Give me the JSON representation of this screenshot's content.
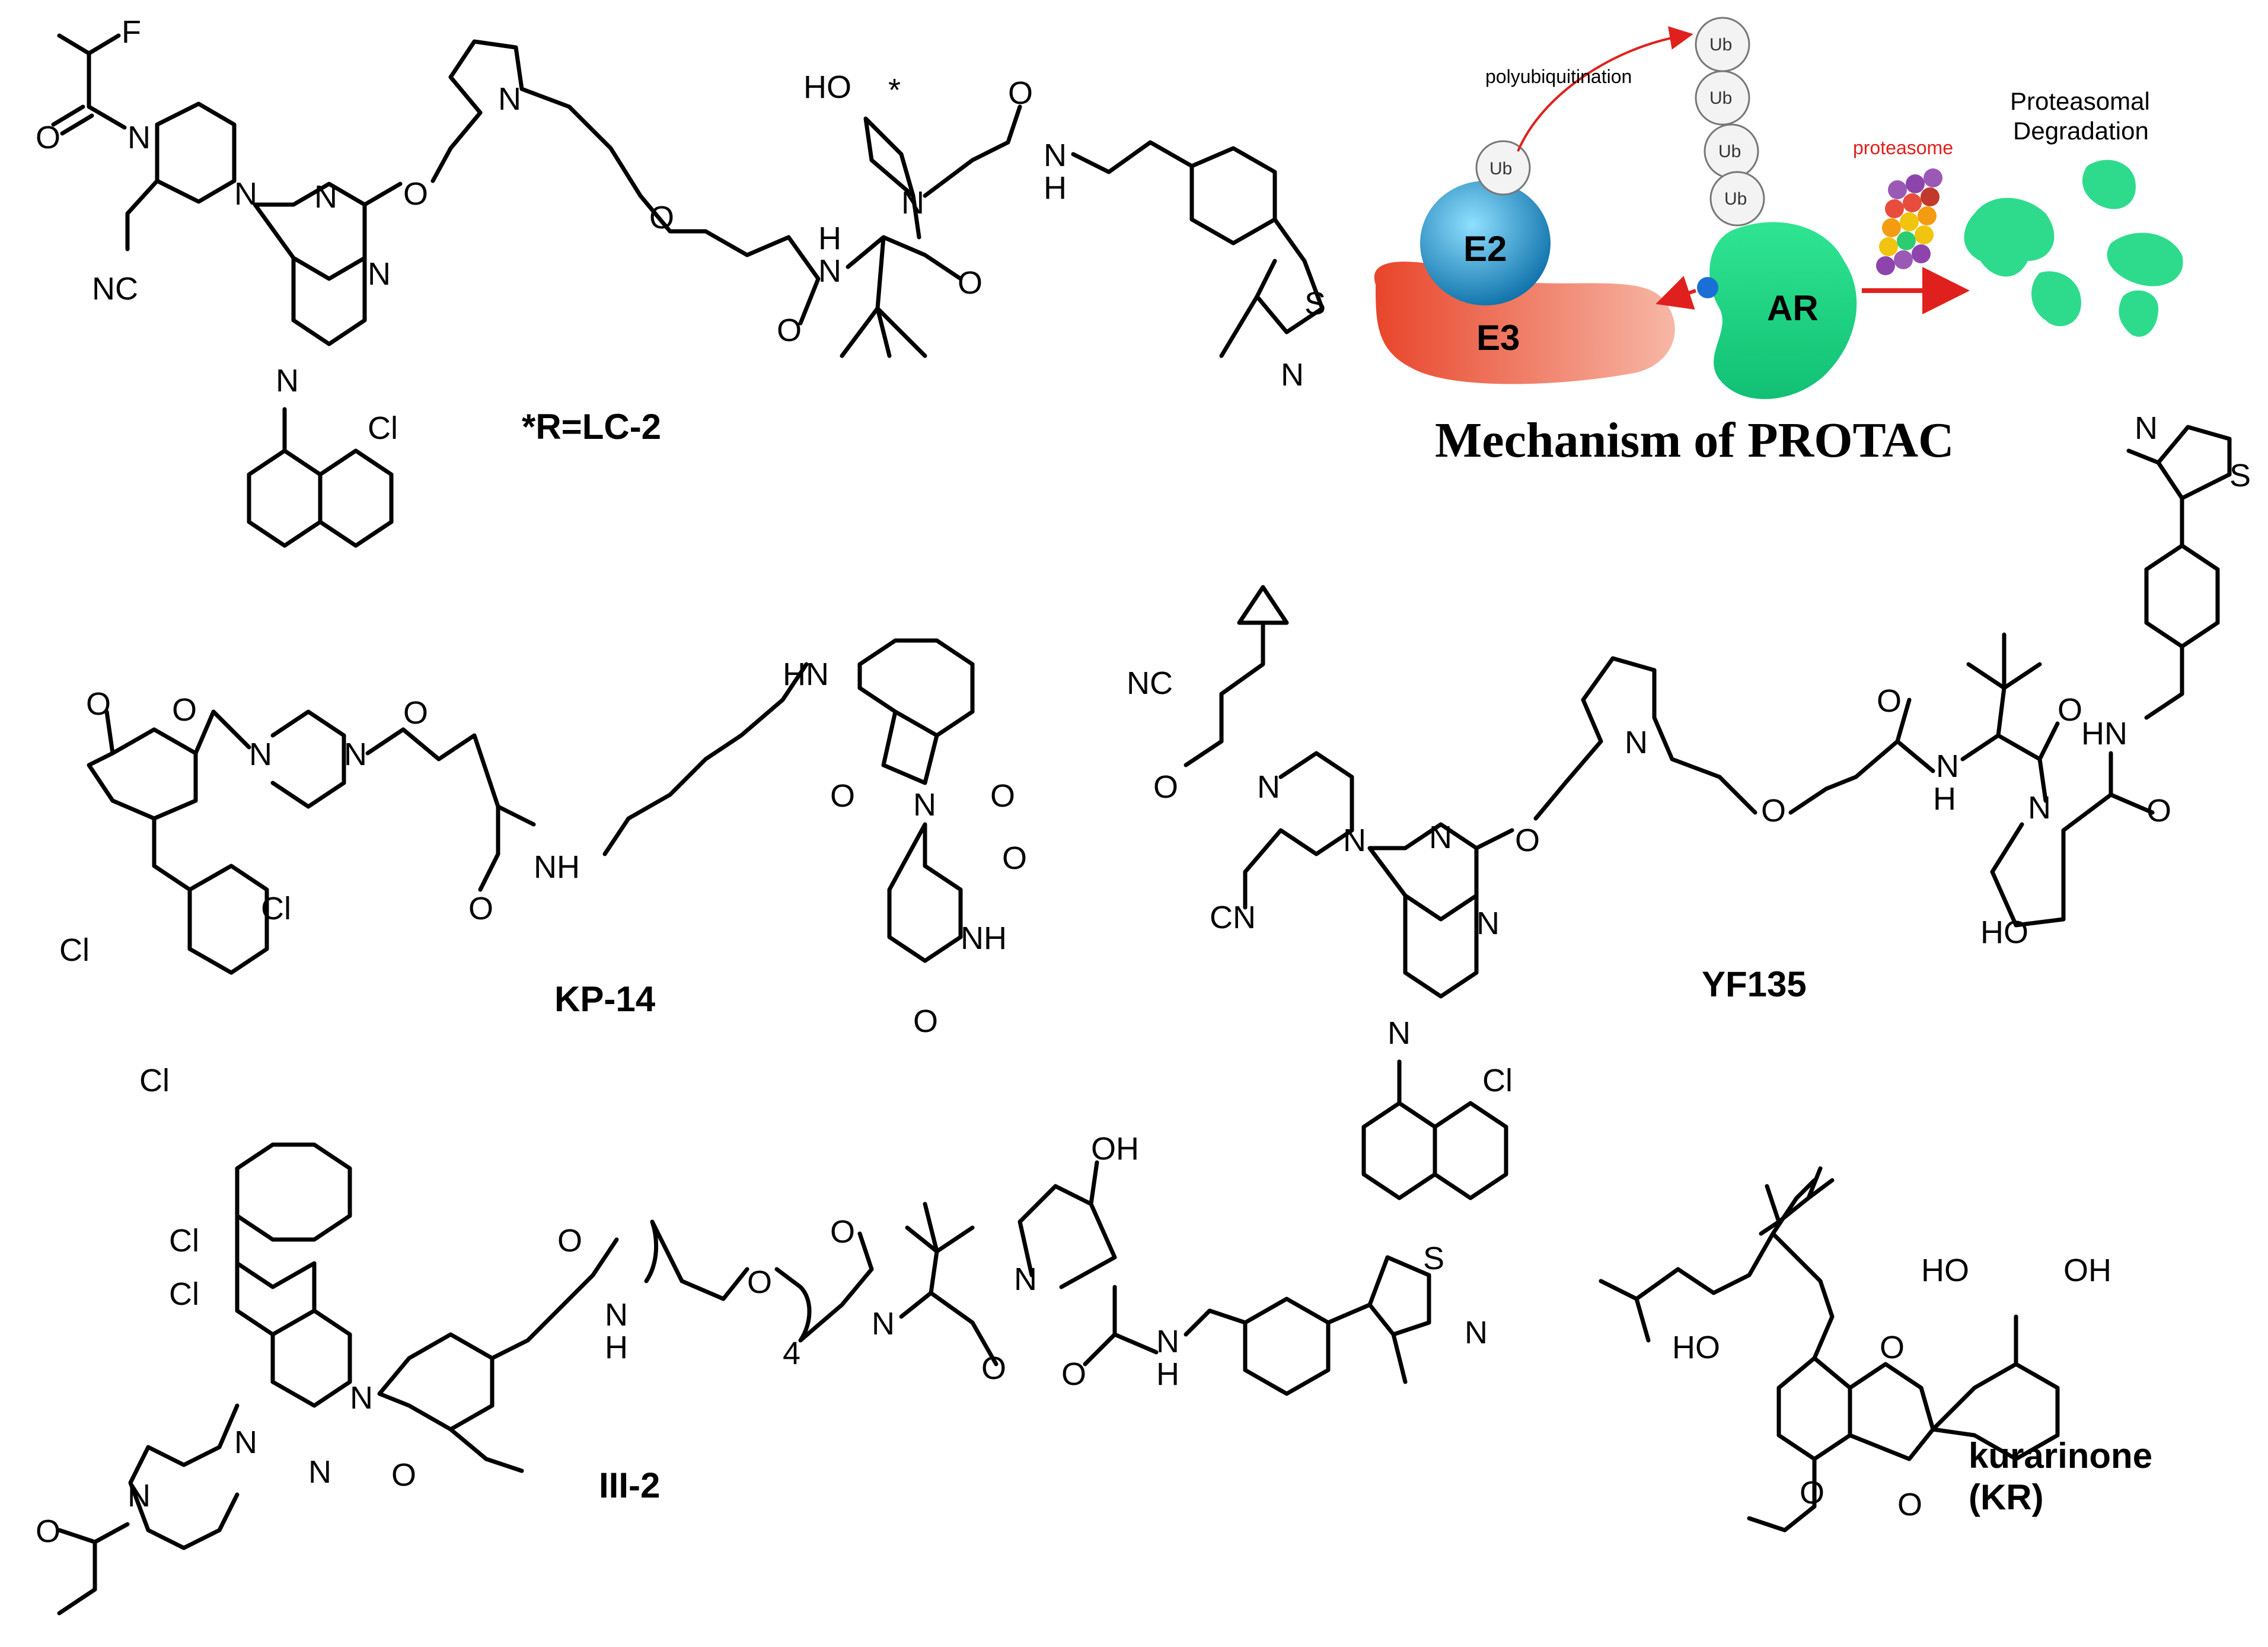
{
  "mechanism": {
    "title": "Mechanism of PROTAC",
    "polyubiquitination": "polyubiquitination",
    "ub": "Ub",
    "e2": "E2",
    "e3": "E3",
    "ar": "AR",
    "proteasome": "proteasome",
    "degradation_line1": "Proteasomal",
    "degradation_line2": "Degradation",
    "colors": {
      "e2": "#1fa3d6",
      "e3": "#ef6a4f",
      "ar": "#2edb8c",
      "arrow": "#e0201c"
    }
  },
  "compounds": [
    {
      "label": "*R=LC-2"
    },
    {
      "label": "KP-14"
    },
    {
      "label": "YF135"
    },
    {
      "label": "III-2"
    },
    {
      "label": "kurarinone",
      "label_line2": "(KR)"
    }
  ],
  "atoms": {
    "F": "F",
    "O": "O",
    "N": "N",
    "NC": "NC",
    "CN": "CN",
    "Cl": "Cl",
    "HO": "HO",
    "OH": "OH",
    "H": "H",
    "HN": "HN",
    "NH": "NH",
    "S": "S",
    "four": "4",
    "star": "*"
  }
}
